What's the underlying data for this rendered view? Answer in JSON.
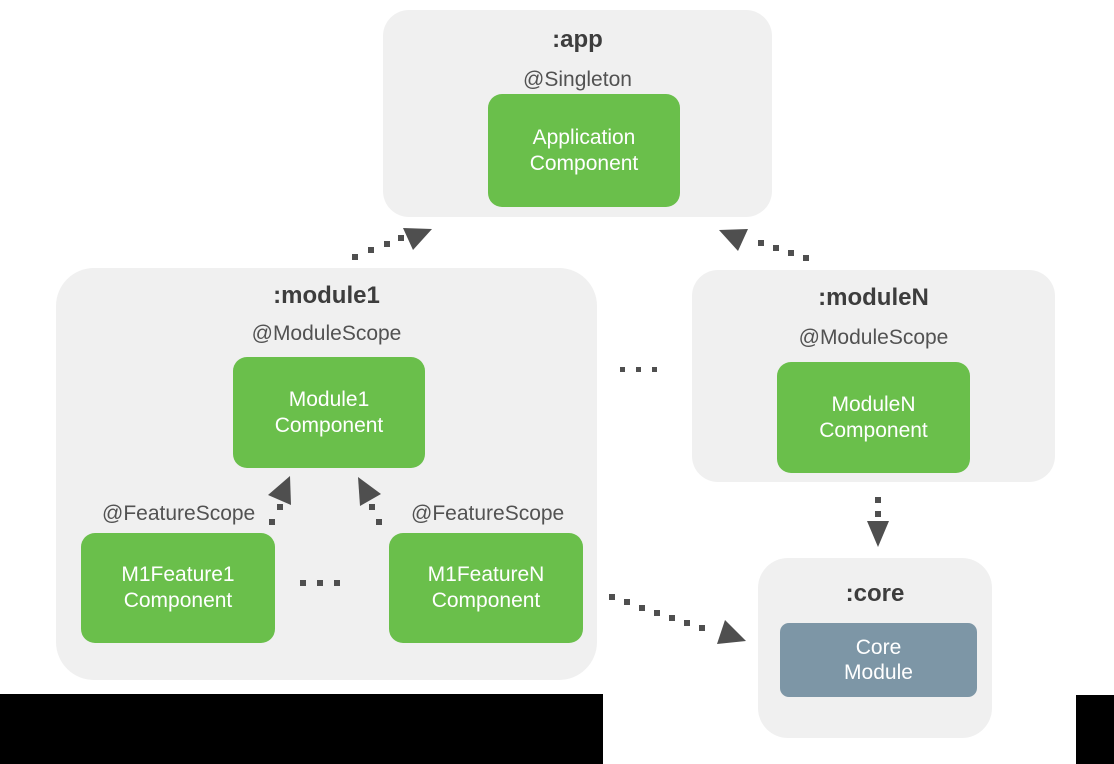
{
  "colors": {
    "canvas_bg": "#ffffff",
    "container_bg": "#f0f0f0",
    "component_green": "#6abf4b",
    "core_blue": "#7d96a6",
    "title_text": "#3d3d3d",
    "scope_text": "#525252",
    "component_text": "#ffffff",
    "arrow": "#4f4f4f",
    "black_bar": "#000000"
  },
  "containers": {
    "app": {
      "title": ":app",
      "scope": "@Singleton",
      "component": {
        "line1": "Application",
        "line2": "Component"
      }
    },
    "module1": {
      "title": ":module1",
      "scope": "@ModuleScope",
      "component": {
        "line1": "Module1",
        "line2": "Component"
      },
      "features": [
        {
          "scope": "@FeatureScope",
          "component": {
            "line1": "M1Feature1",
            "line2": "Component"
          }
        },
        {
          "scope": "@FeatureScope",
          "component": {
            "line1": "M1FeatureN",
            "line2": "Component"
          }
        }
      ]
    },
    "moduleN": {
      "title": ":moduleN",
      "scope": "@ModuleScope",
      "component": {
        "line1": "ModuleN",
        "line2": "Component"
      }
    },
    "core": {
      "title": ":core",
      "component": {
        "line1": "Core",
        "line2": "Module"
      }
    }
  },
  "edges": [
    {
      "from": "Module1Component",
      "to": "ApplicationComponent",
      "style": "dotted-arrow"
    },
    {
      "from": "ModuleNComponent",
      "to": "ApplicationComponent",
      "style": "dotted-arrow"
    },
    {
      "from": "M1Feature1Component",
      "to": "Module1Component",
      "style": "dotted-arrow"
    },
    {
      "from": "M1FeatureNComponent",
      "to": "Module1Component",
      "style": "dotted-arrow"
    },
    {
      "from": "ModuleNComponent",
      "to": "CoreModule",
      "style": "dotted-arrow"
    },
    {
      "from": "Module1Component",
      "to": "CoreModule",
      "style": "dotted-arrow"
    }
  ],
  "ellipses": [
    {
      "between": [
        "module1",
        "moduleN"
      ]
    },
    {
      "between": [
        "M1Feature1Component",
        "M1FeatureNComponent"
      ]
    }
  ]
}
